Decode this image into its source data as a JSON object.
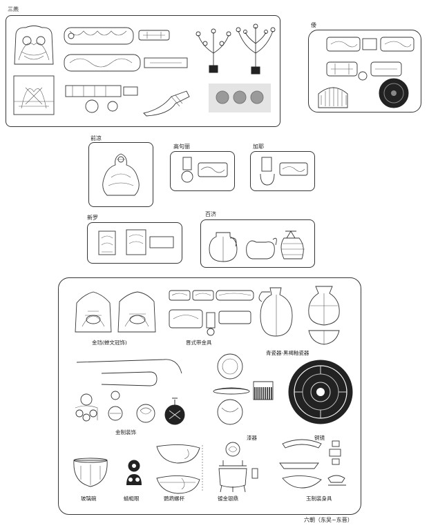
{
  "regions": {
    "sanyan": "三燕",
    "wo": "倭",
    "qianliang": "前凉",
    "goguryeo": "高句丽",
    "gaya": "加耶",
    "silla": "新罗",
    "baekje": "百济"
  },
  "six_dynasties": {
    "caption": "六朝（东吴~东晋）",
    "items": {
      "gold_dang": "金珰(蝉文冠饰)",
      "jin_belt": "晋式带金具",
      "celadon": "青瓷器·黑褐釉瓷器",
      "gold_ornaments": "金制装饰",
      "lacquer": "漆器",
      "bronze_mirror": "铜镜",
      "glass_bowl": "玻璃碗",
      "dragonfly_eye": "蜻蜓眼",
      "nautilus_cup": "鹦鹉螺杯",
      "gilt_ding": "镀金银鼎",
      "jade_ornament": "玉制装身具"
    }
  }
}
